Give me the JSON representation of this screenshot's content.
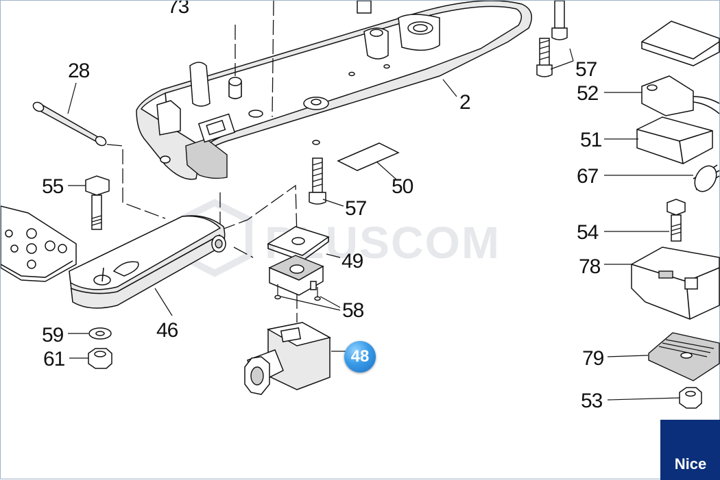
{
  "diagram": {
    "watermark": "PLUSCOM",
    "highlighted_part": "48",
    "brand_logo": "Nice",
    "colors": {
      "badge": "#2f8be0",
      "logo_bg": "#0b2f7a",
      "ink": "#111111"
    },
    "labels": {
      "p73": "73",
      "p28": "28",
      "p2": "2",
      "p57a": "57",
      "p57b": "57",
      "p52": "52",
      "p51": "51",
      "p67": "67",
      "p50": "50",
      "p55": "55",
      "p54": "54",
      "p78": "78",
      "p49": "49",
      "p58": "58",
      "p46": "46",
      "p59": "59",
      "p61": "61",
      "p79": "79",
      "p53": "53"
    }
  }
}
